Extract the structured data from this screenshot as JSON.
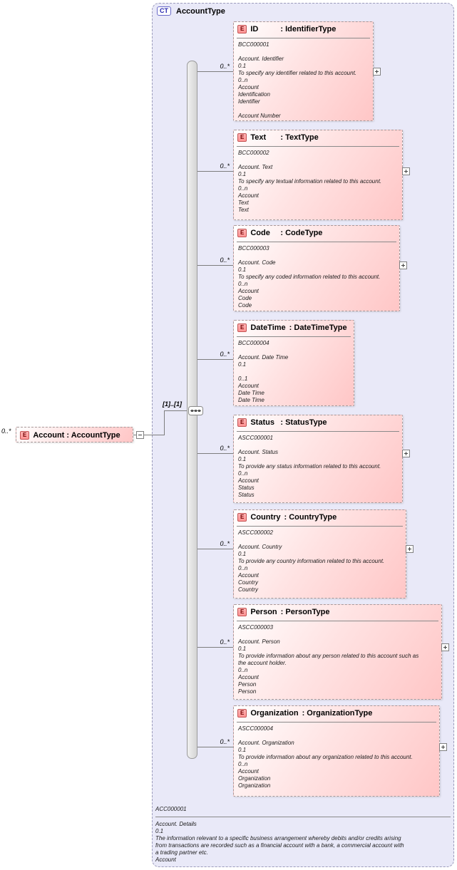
{
  "diagram": {
    "container": {
      "badge": "CT",
      "title": "AccountType"
    },
    "root": {
      "badge": "E",
      "label": "Account : AccountType",
      "cardinality": "0..*"
    },
    "compositor": {
      "occurrence_label": "[1]..[1]"
    },
    "children": [
      {
        "badge": "E",
        "name": "ID",
        "type_label": ": IdentifierType",
        "cardinality": "0..*",
        "body": "BCC000001\n\nAccount. Identifier\n0.1\nTo specify any identifier related to this account.\n0..n\nAccount\nIdentification\nIdentifier\n\nAccount Number"
      },
      {
        "badge": "E",
        "name": "Text",
        "type_label": ": TextType",
        "cardinality": "0..*",
        "body": "BCC000002\n\nAccount. Text\n0.1\nTo specify any textual information related to this account.\n0..n\nAccount\nText\nText"
      },
      {
        "badge": "E",
        "name": "Code",
        "type_label": ": CodeType",
        "cardinality": "0..*",
        "body": "BCC000003\n\nAccount. Code\n0.1\nTo specify any coded information related to this account.\n0..n\nAccount\nCode\nCode"
      },
      {
        "badge": "E",
        "name": "DateTime",
        "type_label": ": DateTimeType",
        "cardinality": "0..*",
        "body": "BCC000004\n\nAccount. Date Time\n0.1\n\n0..1\nAccount\nDate Time\nDate Time"
      },
      {
        "badge": "E",
        "name": "Status",
        "type_label": ": StatusType",
        "cardinality": "0..*",
        "body": "ASCC000001\n\nAccount. Status\n0.1\nTo provide any status information related to this account.\n0..n\nAccount\nStatus\nStatus"
      },
      {
        "badge": "E",
        "name": "Country",
        "type_label": ": CountryType",
        "cardinality": "0..*",
        "body": "ASCC000002\n\nAccount. Country\n0.1\nTo provide any country information related to this account.\n0..n\nAccount\nCountry\nCountry"
      },
      {
        "badge": "E",
        "name": "Person",
        "type_label": ": PersonType",
        "cardinality": "0..*",
        "body": "ASCC000003\n\nAccount. Person\n0.1\nTo provide information about any person related to this account such as\nthe account holder.\n0..n\nAccount\nPerson\nPerson"
      },
      {
        "badge": "E",
        "name": "Organization",
        "type_label": ": OrganizationType",
        "cardinality": "0..*",
        "body": "ASCC000004\n\nAccount. Organization\n0.1\nTo provide information about any organization related to this account.\n0..n\nAccount\nOrganization\nOrganization"
      }
    ],
    "footer": {
      "code": "ACC000001",
      "body": "Account. Details\n0.1\nThe information relevant to a specific business arrangement whereby debits and/or credits arising\nfrom transactions are recorded such as a financial account with a bank, a commercial account with\na trading partner etc.\nAccount"
    }
  }
}
